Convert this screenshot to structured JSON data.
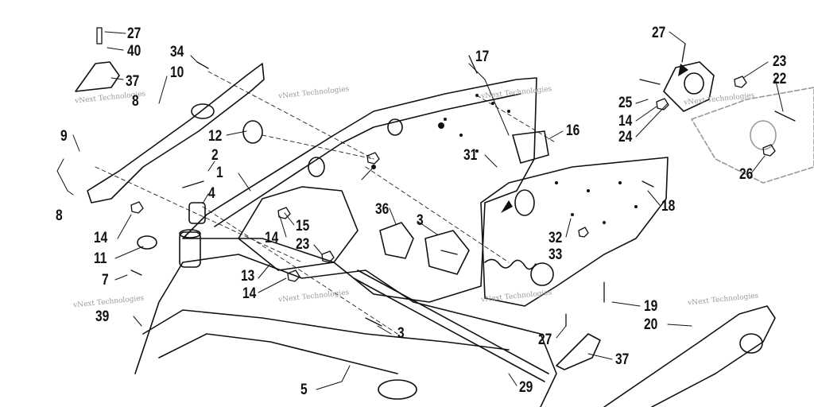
{
  "diagram": {
    "watermark_text": "vNext Technologies",
    "callout_labels": [
      "27",
      "40",
      "37",
      "8",
      "34",
      "10",
      "9",
      "8",
      "12",
      "2",
      "1",
      "4",
      "14",
      "11",
      "7",
      "39",
      "15",
      "14",
      "23",
      "13",
      "14",
      "36",
      "3",
      "3",
      "5",
      "17",
      "16",
      "31",
      "32",
      "33",
      "18",
      "19",
      "20",
      "27",
      "37",
      "29",
      "27",
      "25",
      "14",
      "24",
      "23",
      "22",
      "26"
    ]
  }
}
